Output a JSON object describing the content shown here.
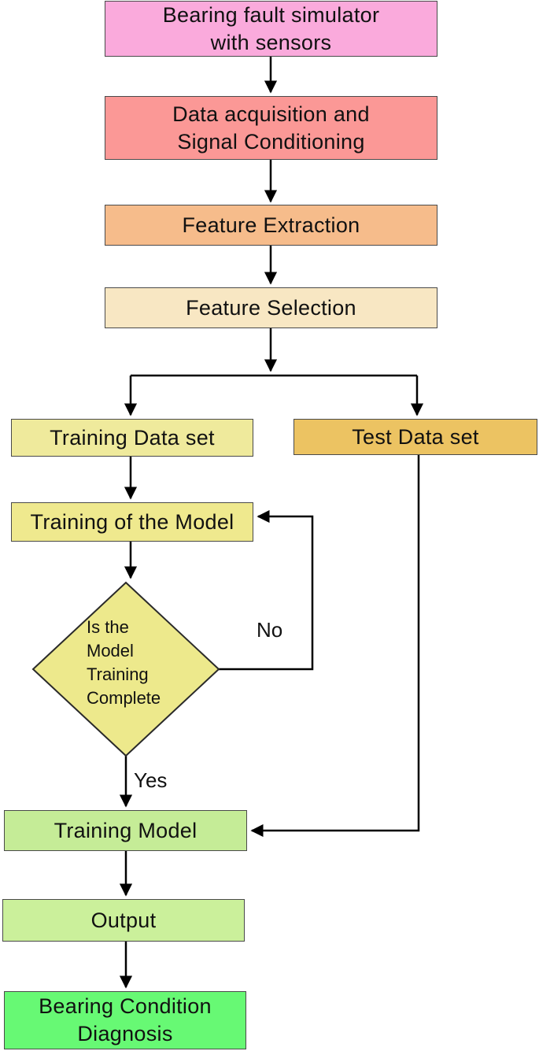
{
  "nodes": {
    "simulator": {
      "lines": [
        "Bearing fault simulator",
        "with sensors"
      ],
      "fill": "#faaadc"
    },
    "data_acquisition": {
      "lines": [
        "Data acquisition and",
        "Signal Conditioning"
      ],
      "fill": "#fb9896"
    },
    "feature_extraction": {
      "lines": [
        "Feature Extraction"
      ],
      "fill": "#f6bc8b"
    },
    "feature_selection": {
      "lines": [
        "Feature Selection"
      ],
      "fill": "#f8e7c3"
    },
    "training_data_set": {
      "lines": [
        "Training Data set"
      ],
      "fill": "#efea9c"
    },
    "test_data_set": {
      "lines": [
        "Test Data set"
      ],
      "fill": "#ecc362"
    },
    "training_of_model": {
      "lines": [
        "Training of the Model"
      ],
      "fill": "#efe98e"
    },
    "decision": {
      "lines": [
        "Is the",
        "Model",
        "Training",
        "Complete"
      ],
      "fill": "#ede98c"
    },
    "training_model": {
      "lines": [
        "Training Model"
      ],
      "fill": "#c5ec97"
    },
    "output": {
      "lines": [
        "Output"
      ],
      "fill": "#cbf09b"
    },
    "diagnosis": {
      "lines": [
        "Bearing Condition",
        "Diagnosis"
      ],
      "fill": "#67f974"
    }
  },
  "edge_labels": {
    "no": "No",
    "yes": "Yes"
  },
  "connector_color": "#000000"
}
